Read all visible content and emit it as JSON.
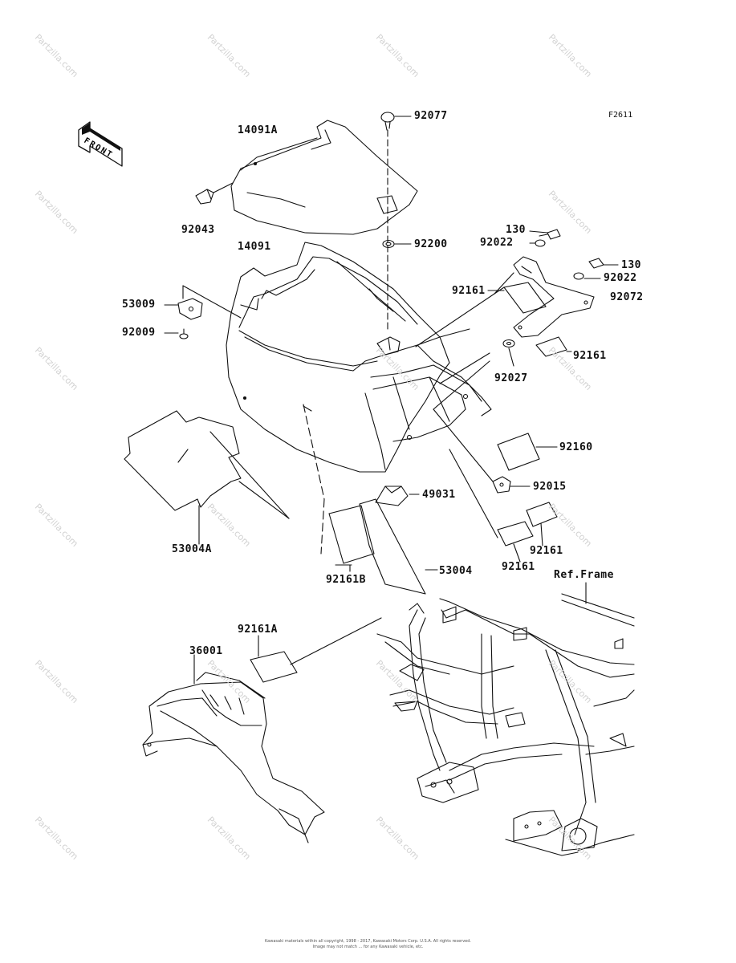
{
  "diagram_code": "F2611",
  "front_label": "FRONT",
  "watermark": "Partzilla.com",
  "ref_label": "Ref.Frame",
  "parts": {
    "p92077": "92077",
    "p14091A": "14091A",
    "p92043": "92043",
    "p92200": "92200",
    "p14091": "14091",
    "p53009": "53009",
    "p92009": "92009",
    "p130a": "130",
    "p92022a": "92022",
    "p130b": "130",
    "p92022b": "92022",
    "p92161a": "92161",
    "p92072": "92072",
    "p92027": "92027",
    "p92161b": "92161",
    "p92160": "92160",
    "p92015": "92015",
    "p49031": "49031",
    "p53004A": "53004A",
    "p92161B": "92161B",
    "p53004": "53004",
    "p92161c": "92161",
    "p92161d": "92161",
    "p92161A": "92161A",
    "p36001": "36001"
  },
  "footer_line1": "Kawasaki materials within all copyright, 1998 - 2017, Kawasaki Motors Corp. U.S.A. All rights reserved.",
  "footer_line2": "Image may not match ... for any Kawasaki vehicle, etc."
}
